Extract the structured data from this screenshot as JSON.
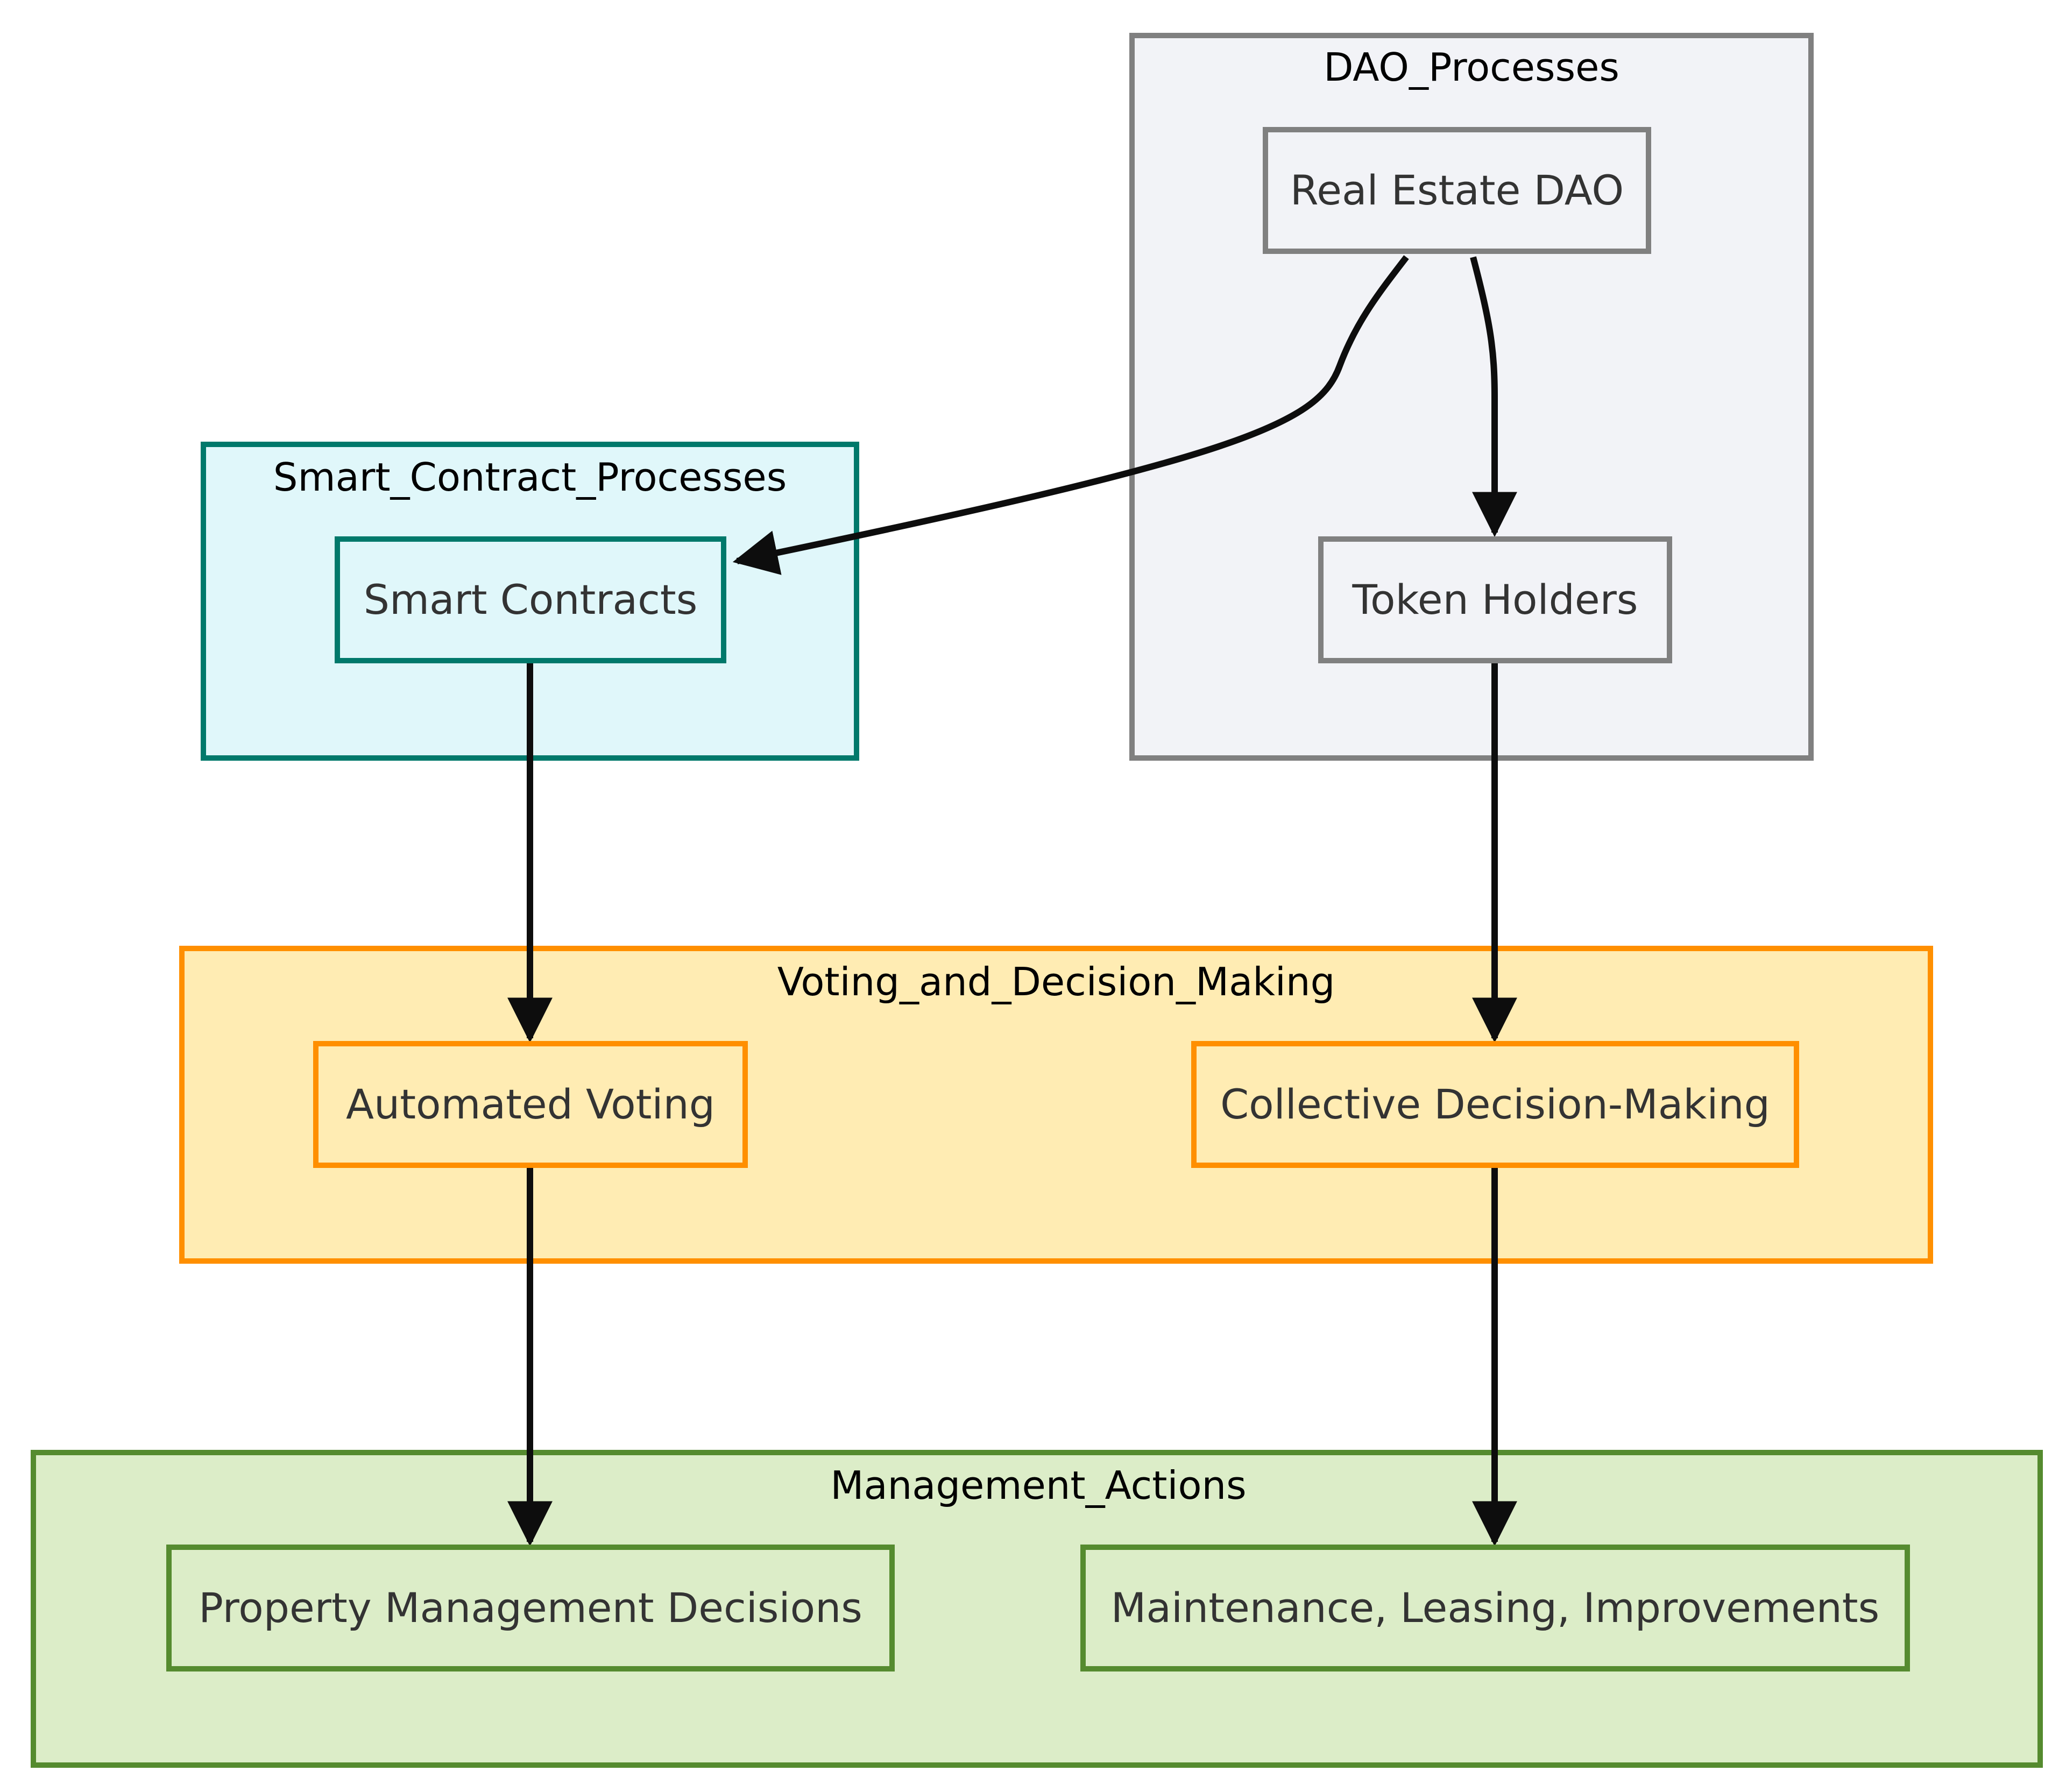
{
  "diagram": {
    "type": "flowchart",
    "clusters": [
      {
        "id": "dao",
        "label": "DAO_Processes",
        "fill": "#f2f3f7",
        "stroke": "#808080"
      },
      {
        "id": "smart",
        "label": "Smart_Contract_Processes",
        "fill": "#e0f7fa",
        "stroke": "#00796b"
      },
      {
        "id": "voting",
        "label": "Voting_and_Decision_Making",
        "fill": "#ffecb3",
        "stroke": "#ff8f00"
      },
      {
        "id": "mgmt",
        "label": "Management_Actions",
        "fill": "#dcedc8",
        "stroke": "#558b2f"
      }
    ],
    "nodes": [
      {
        "id": "realEstateDao",
        "label": "Real Estate DAO",
        "cluster": "dao"
      },
      {
        "id": "tokenHolders",
        "label": "Token Holders",
        "cluster": "dao"
      },
      {
        "id": "smartContracts",
        "label": "Smart Contracts",
        "cluster": "smart"
      },
      {
        "id": "automatedVoting",
        "label": "Automated Voting",
        "cluster": "voting"
      },
      {
        "id": "collectiveDecision",
        "label": "Collective Decision-Making",
        "cluster": "voting"
      },
      {
        "id": "propertyMgmt",
        "label": "Property Management Decisions",
        "cluster": "mgmt"
      },
      {
        "id": "maintenance",
        "label": "Maintenance, Leasing, Improvements",
        "cluster": "mgmt"
      }
    ],
    "edges": [
      {
        "from": "realEstateDao",
        "to": "smartContracts"
      },
      {
        "from": "realEstateDao",
        "to": "tokenHolders"
      },
      {
        "from": "smartContracts",
        "to": "automatedVoting"
      },
      {
        "from": "tokenHolders",
        "to": "collectiveDecision"
      },
      {
        "from": "automatedVoting",
        "to": "propertyMgmt"
      },
      {
        "from": "collectiveDecision",
        "to": "maintenance"
      }
    ],
    "edge_color": "#0d0d0d"
  }
}
